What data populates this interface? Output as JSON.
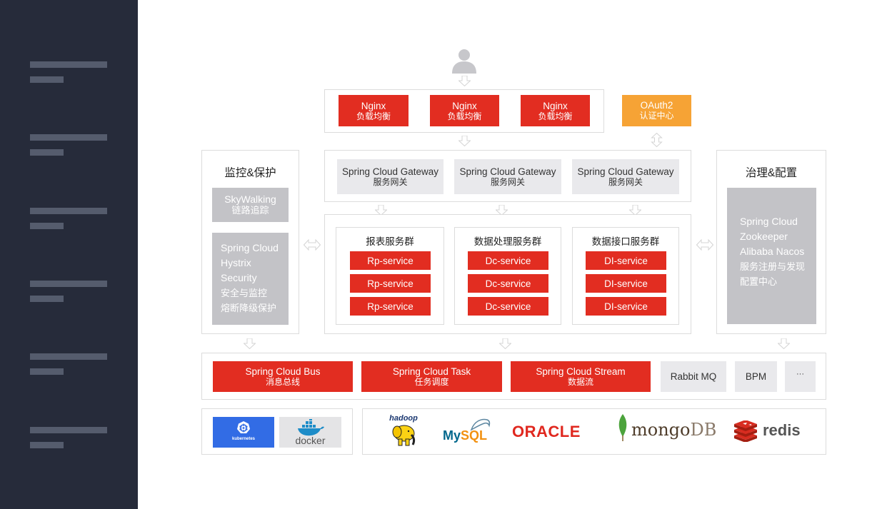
{
  "sidebar": {
    "line_count": 6
  },
  "nginx": [
    {
      "name": "Nginx",
      "desc": "负载均衡"
    },
    {
      "name": "Nginx",
      "desc": "负载均衡"
    },
    {
      "name": "Nginx",
      "desc": "负载均衡"
    }
  ],
  "oauth": {
    "name": "OAuth2",
    "desc": "认证中心"
  },
  "gateway": [
    {
      "name": "Spring Cloud Gateway",
      "desc": "服务网关"
    },
    {
      "name": "Spring Cloud Gateway",
      "desc": "服务网关"
    },
    {
      "name": "Spring Cloud Gateway",
      "desc": "服务网关"
    }
  ],
  "monitor": {
    "title": "监控&保护",
    "skywalking": {
      "name": "SkyWalking",
      "desc": "链路追踪"
    },
    "lines": [
      "Spring Cloud",
      "Hystrix",
      "Security",
      "安全与监控",
      "熔断降级保护"
    ]
  },
  "governance": {
    "title": "治理&配置",
    "lines": [
      "Spring Cloud",
      "Zookeeper",
      "Alibaba Nacos",
      "服务注册与发现",
      "配置中心"
    ]
  },
  "clusters": [
    {
      "title": "报表服务群",
      "services": [
        "Rp-service",
        "Rp-service",
        "Rp-service"
      ]
    },
    {
      "title": "数据处理服务群",
      "services": [
        "Dc-service",
        "Dc-service",
        "Dc-service"
      ]
    },
    {
      "title": "数据接口服务群",
      "services": [
        "DI-service",
        "DI-service",
        "DI-service"
      ]
    }
  ],
  "bus_row": {
    "bus": {
      "name": "Spring Cloud Bus",
      "desc": "消息总线"
    },
    "task": {
      "name": "Spring Cloud Task",
      "desc": "任务调度"
    },
    "stream": {
      "name": "Spring Cloud Stream",
      "desc": "数据流"
    },
    "rabbit": "Rabbit MQ",
    "bpm": "BPM",
    "more": "···"
  },
  "infra": {
    "kubernetes": "kubernetes",
    "docker": "docker"
  },
  "databases": {
    "hadoop": "hadoop",
    "mysql_a": "My",
    "mysql_b": "SQL",
    "oracle": "ORACLE",
    "mongo_a": "mongo",
    "mongo_b": "DB",
    "redis": "redis"
  },
  "colors": {
    "sidebar": "#262b3a",
    "red": "#e22d21",
    "orange": "#f6a335",
    "grey": "#e9e9ec",
    "dark_grey": "#c3c3c7",
    "oracle": "#e0281f",
    "mongo_leaf": "#4ca33c",
    "redis": "#d82c20",
    "kubernetes": "#326ce5"
  }
}
